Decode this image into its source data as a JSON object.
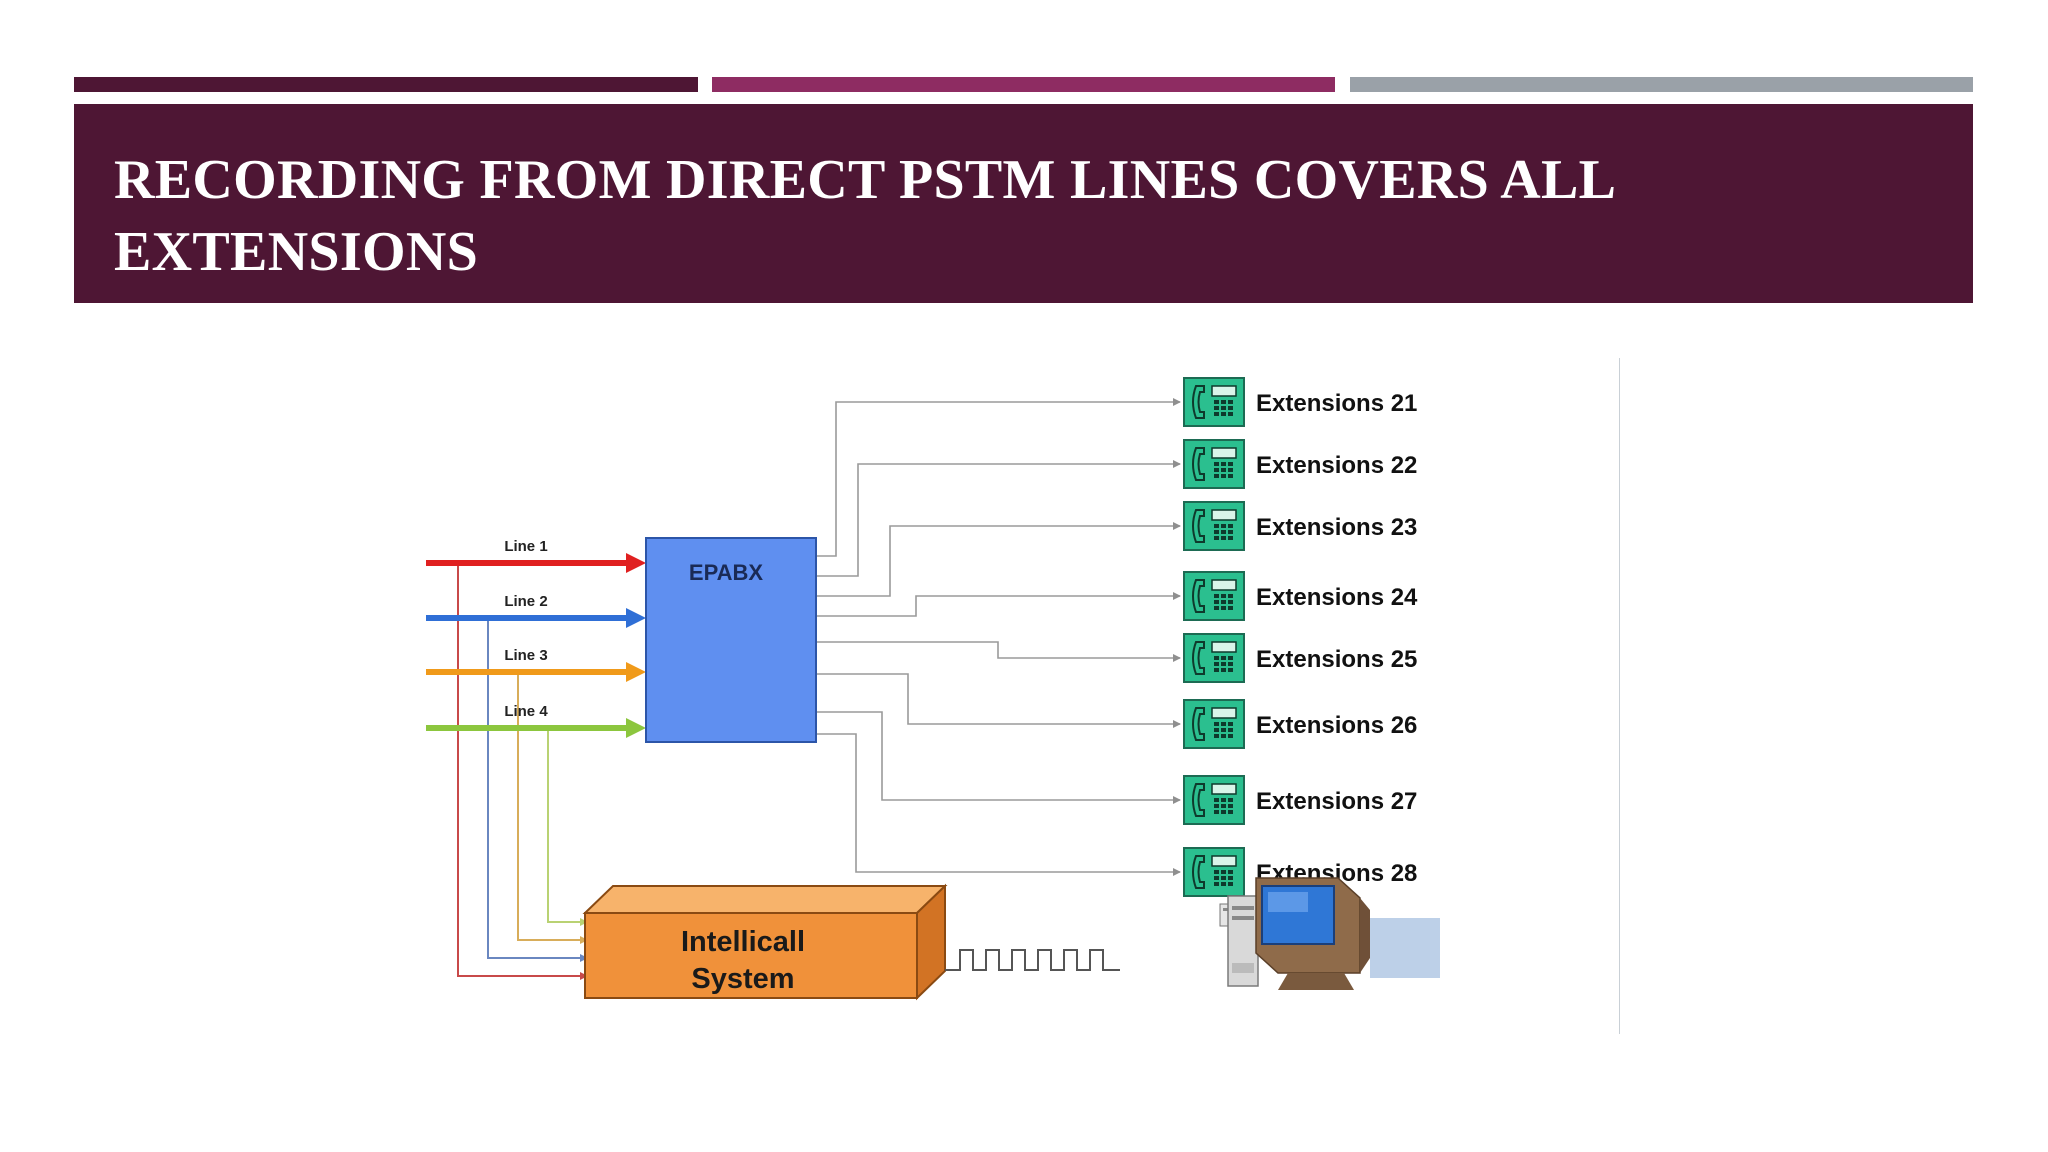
{
  "slide": {
    "title": "RECORDING FROM DIRECT PSTM LINES COVERS  ALL EXTENSIONS",
    "colors": {
      "bar1": "#4e1634",
      "bar2": "#8e2c62",
      "bar3": "#9aa1a8",
      "title_band": "#4e1634"
    }
  },
  "diagram": {
    "lines": [
      {
        "label": "Line 1",
        "color": "#e02020"
      },
      {
        "label": "Line 2",
        "color": "#2f6fd6"
      },
      {
        "label": "Line 3",
        "color": "#f09a1a"
      },
      {
        "label": "Line 4",
        "color": "#8cc63e"
      }
    ],
    "epabx_label": "EPABX",
    "extensions": [
      "Extensions 21",
      "Extensions 22",
      "Extensions 23",
      "Extensions 24",
      "Extensions 25",
      "Extensions 26",
      "Extensions 27",
      "Extensions 28"
    ],
    "system_label_line1": "Intellicall",
    "system_label_line2": "System",
    "icons": {
      "extension": "telephone-icon",
      "recorder": "computer-icon"
    },
    "colors": {
      "epabx": "#5f8ff0",
      "system_front": "#f0913a",
      "system_top": "#f7b36b",
      "system_side": "#d27324",
      "phone": "#2bbf8f",
      "connector": "#9a9a9a"
    }
  }
}
